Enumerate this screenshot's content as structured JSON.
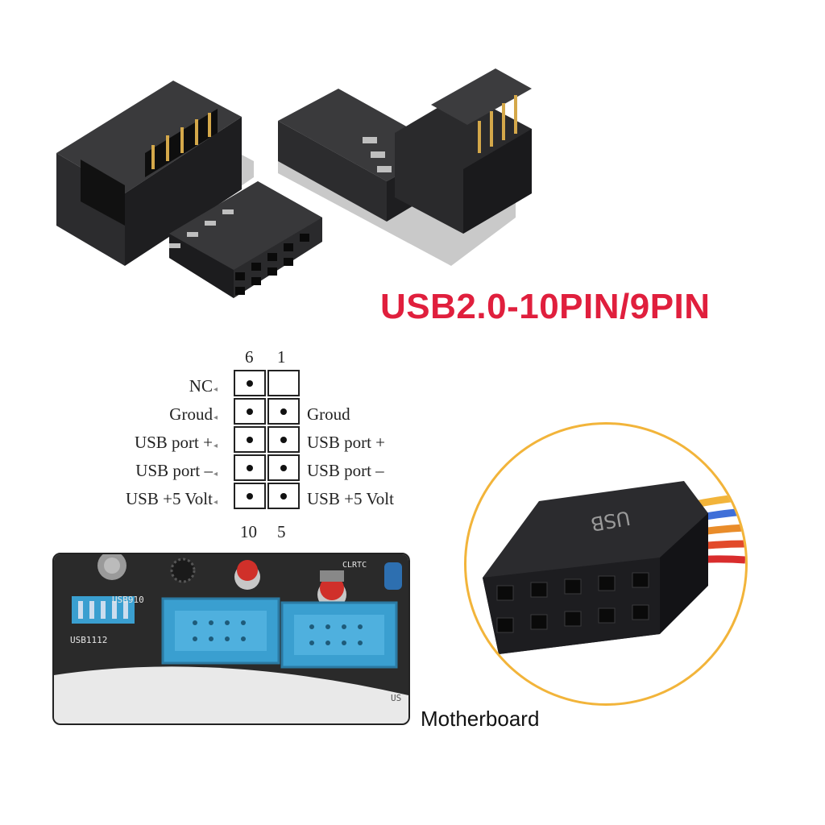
{
  "headline": "USB2.0-10PIN/9PIN",
  "pinout": {
    "top_numbers": [
      "6",
      "1"
    ],
    "bottom_numbers": [
      "10",
      "5"
    ],
    "left_labels": [
      "NC",
      "Groud",
      "USB port +",
      "USB port –",
      "USB +5 Volt"
    ],
    "right_labels": [
      "",
      "Groud",
      "USB port +",
      "USB port –",
      "USB +5 Volt"
    ],
    "left_column_pins": [
      true,
      true,
      true,
      true,
      true
    ],
    "right_column_pins": [
      false,
      true,
      true,
      true,
      true
    ]
  },
  "photo_text": {
    "header_a": "USB910",
    "header_b": "USB1112",
    "jumper": "CLRTC",
    "edge_fragment": "US",
    "cable_plug": "USB"
  },
  "caption": "Motherboard",
  "colors": {
    "headline": "#e01f3d",
    "circle_border": "#f2b43a",
    "header_blue": "#3a9fd0",
    "board": "#2a2a2a"
  }
}
